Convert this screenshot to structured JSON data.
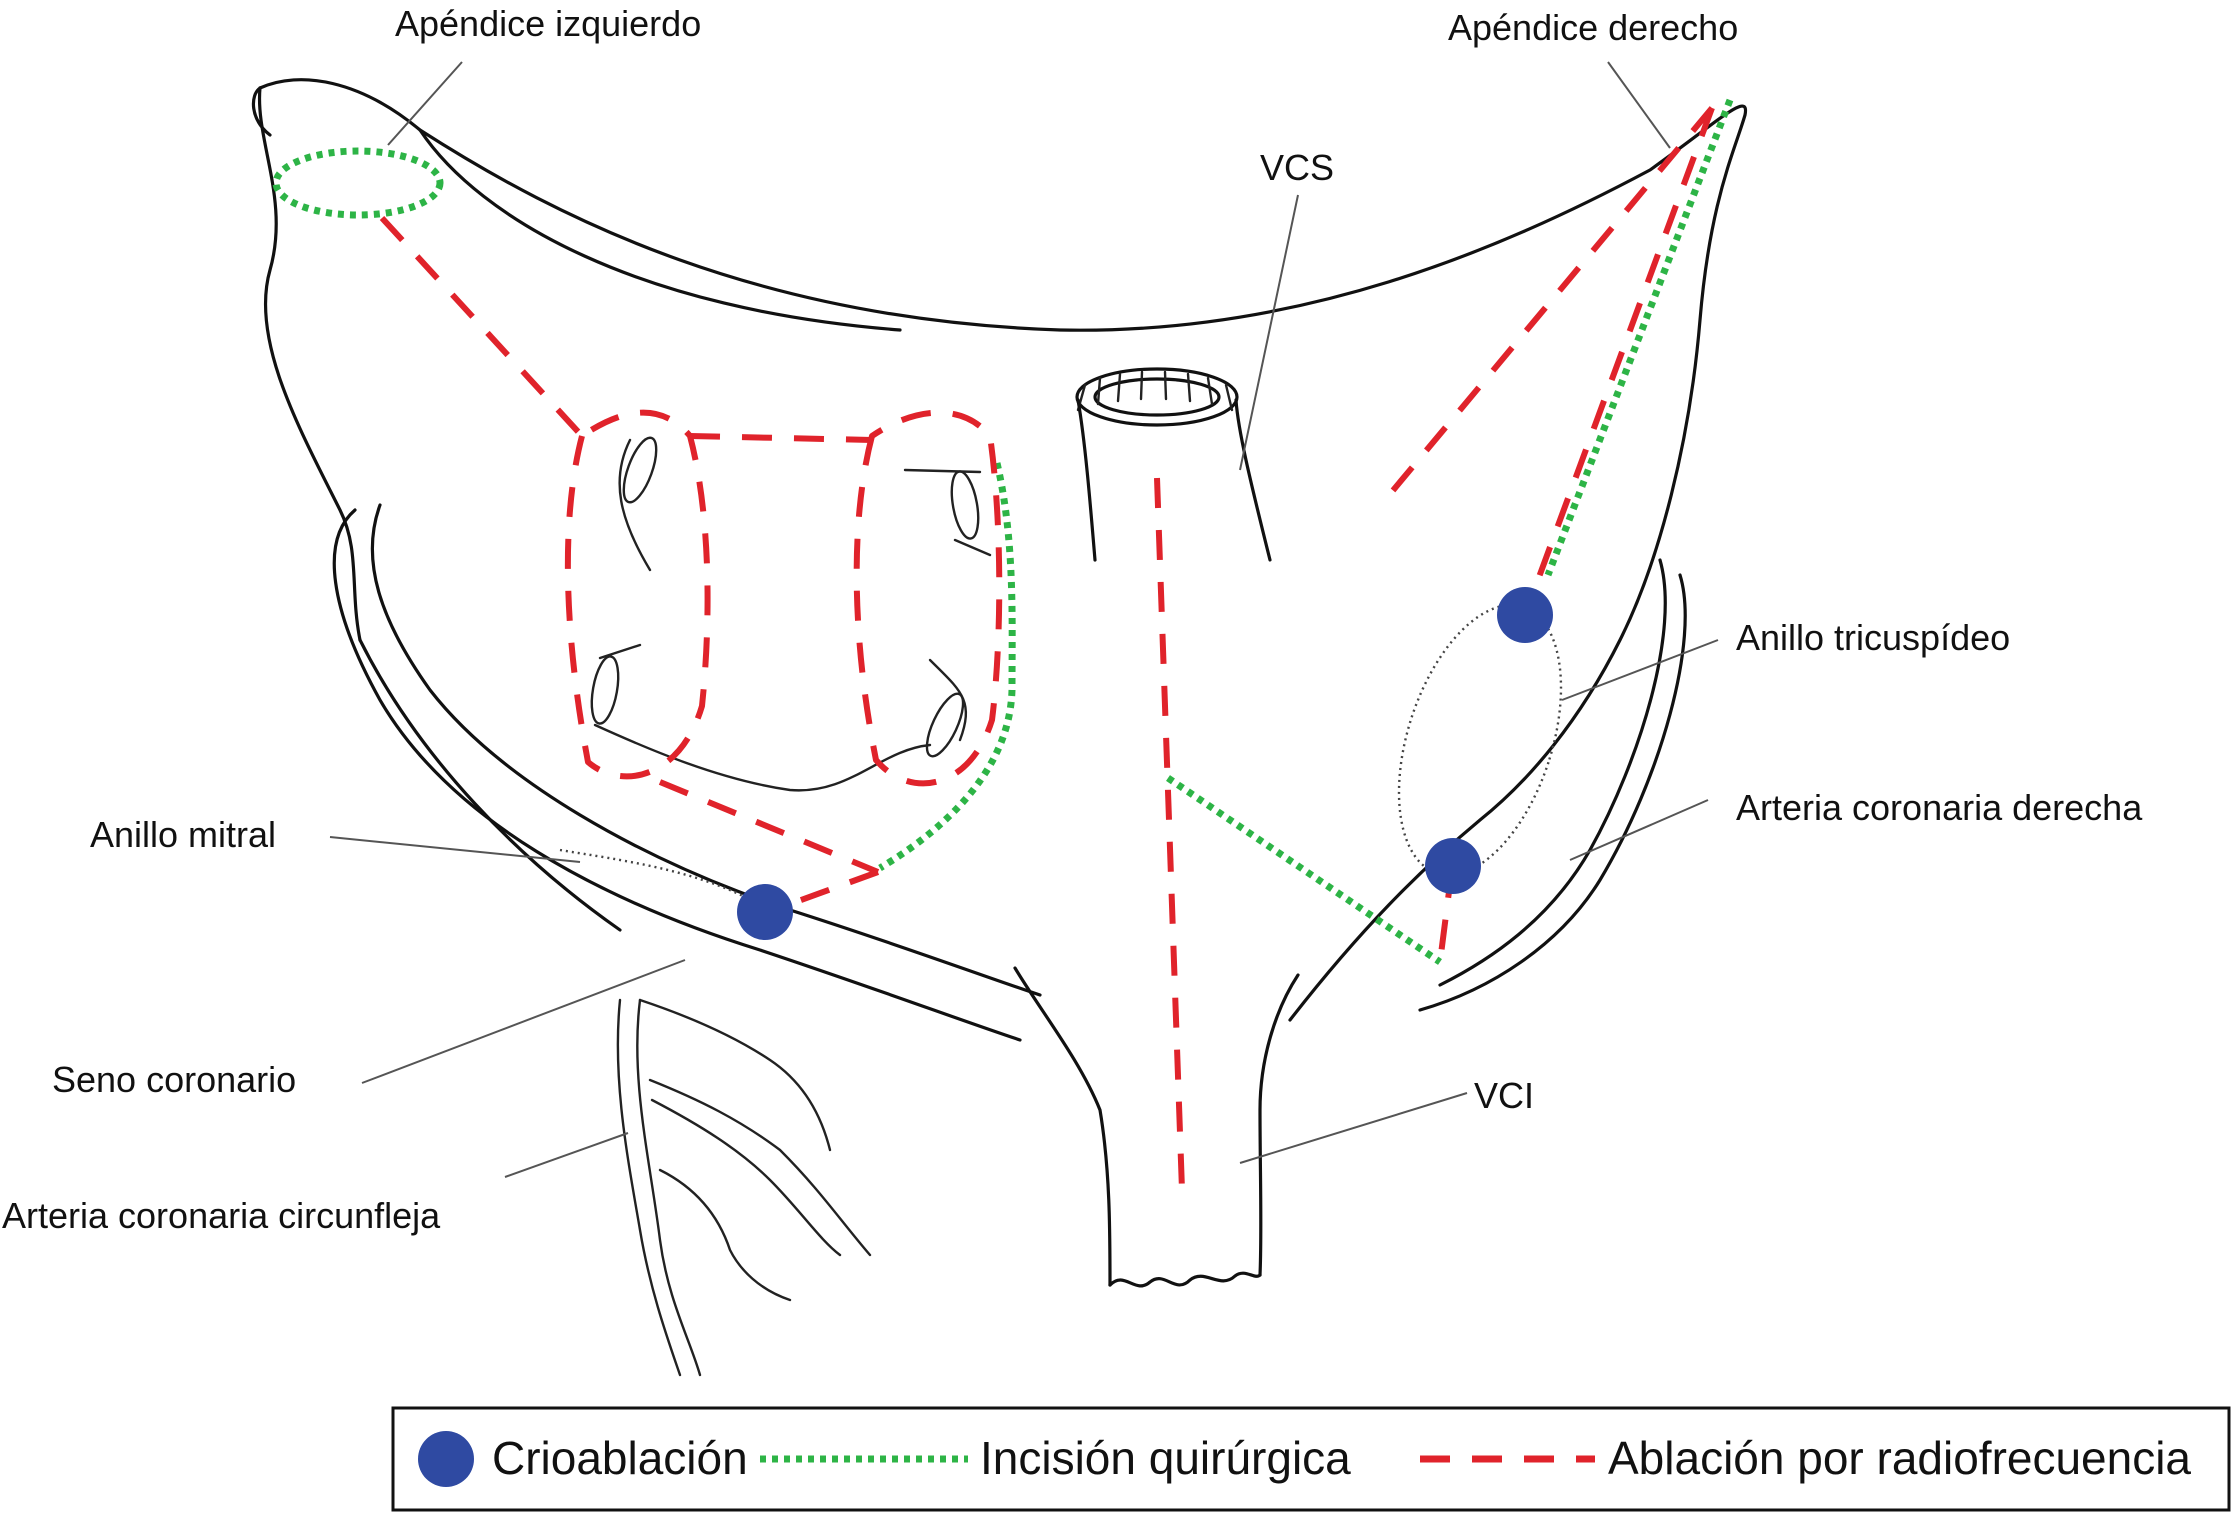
{
  "labels": {
    "left_appendage": "Apéndice izquierdo",
    "right_appendage": "Apéndice derecho",
    "svc": "VCS",
    "tricuspid_ring": "Anillo tricuspídeo",
    "right_coronary": "Arteria coronaria derecha",
    "mitral_ring": "Anillo mitral",
    "coronary_sinus": "Seno coronario",
    "ivc": "VCI",
    "circumflex": "Arteria coronaria circunfleja"
  },
  "legend": {
    "cryo": "Crioablación",
    "incision": "Incisión quirúrgica",
    "rf": "Ablación por radiofrecuencia"
  },
  "colors": {
    "cryoablation": "#2f4aa2",
    "surgical_incision": "#2db446",
    "radiofrequency": "#e0232b",
    "outline": "#111111"
  }
}
